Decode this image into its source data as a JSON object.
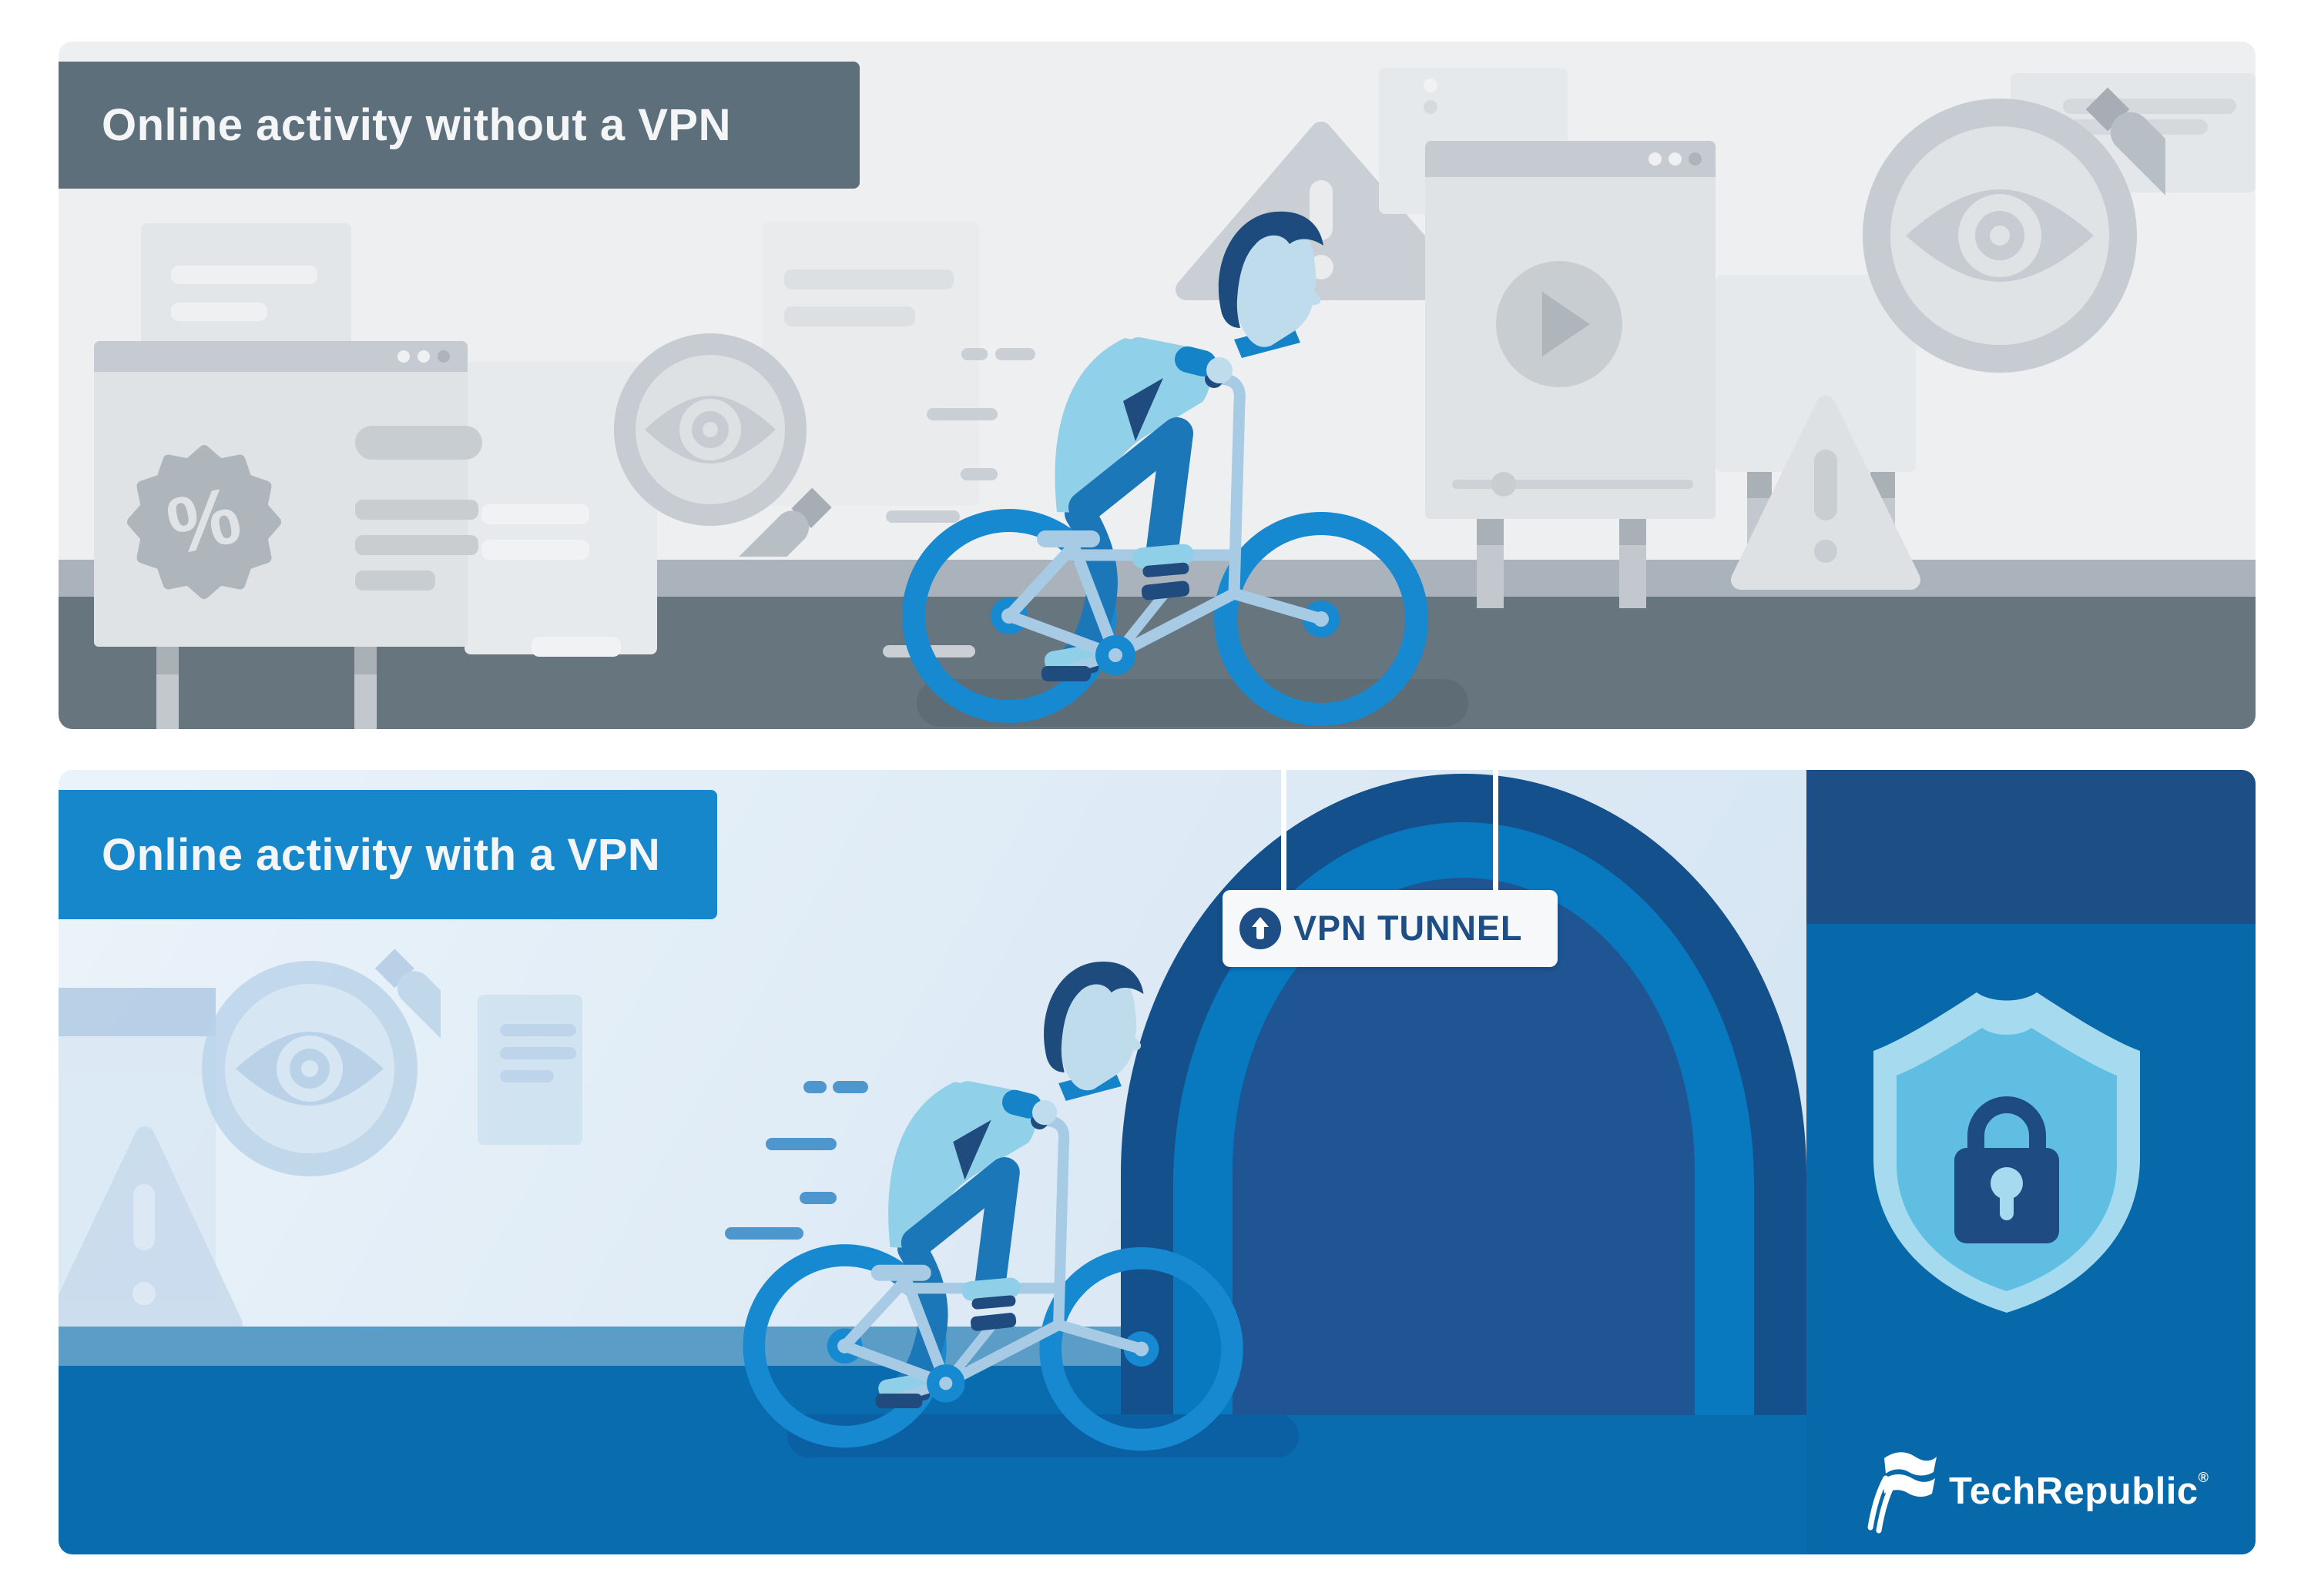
{
  "panel_without_vpn": {
    "title": "Online activity without a VPN",
    "banner_color": "#5D6F7B",
    "percent_glyph": "%",
    "icons": [
      "browser-window-billboard",
      "percent-badge-icon",
      "magnifier-eye-icon",
      "warning-triangle-icon",
      "video-player-billboard",
      "play-icon",
      "magnifier-eye-icon",
      "warning-triangle-icon"
    ],
    "road_colors": {
      "curb": "#AAB3BB",
      "asphalt": "#66757E"
    }
  },
  "panel_with_vpn": {
    "title": "Online activity with a VPN",
    "banner_color": "#1787CB",
    "tunnel_sign": {
      "label": "VPN TUNNEL",
      "icon": "up-arrow-icon",
      "text_color": "#1D4E86"
    },
    "tunnel_colors": {
      "outer": "#14508C",
      "ring": "#0878BF",
      "opening": "#1E5592"
    },
    "shield_icon": "shield-lock-icon",
    "faded_icons": [
      "magnifier-eye-icon",
      "warning-triangle-icon",
      "browser-window"
    ],
    "road_colors": {
      "curb": "#5C9DC7",
      "asphalt": "#086CAF"
    }
  },
  "cyclist": {
    "description": "person riding bicycle",
    "colors": {
      "wheels": "#1689D1",
      "frame": "#A8CBE5",
      "sweater": "#90D0E8",
      "pants": "#1C77B8",
      "skin": "#BFDCEC",
      "hair": "#1E4B7D",
      "accent": "#1583C8"
    }
  },
  "branding": {
    "logo": "TechRepublic",
    "registered": "®"
  }
}
